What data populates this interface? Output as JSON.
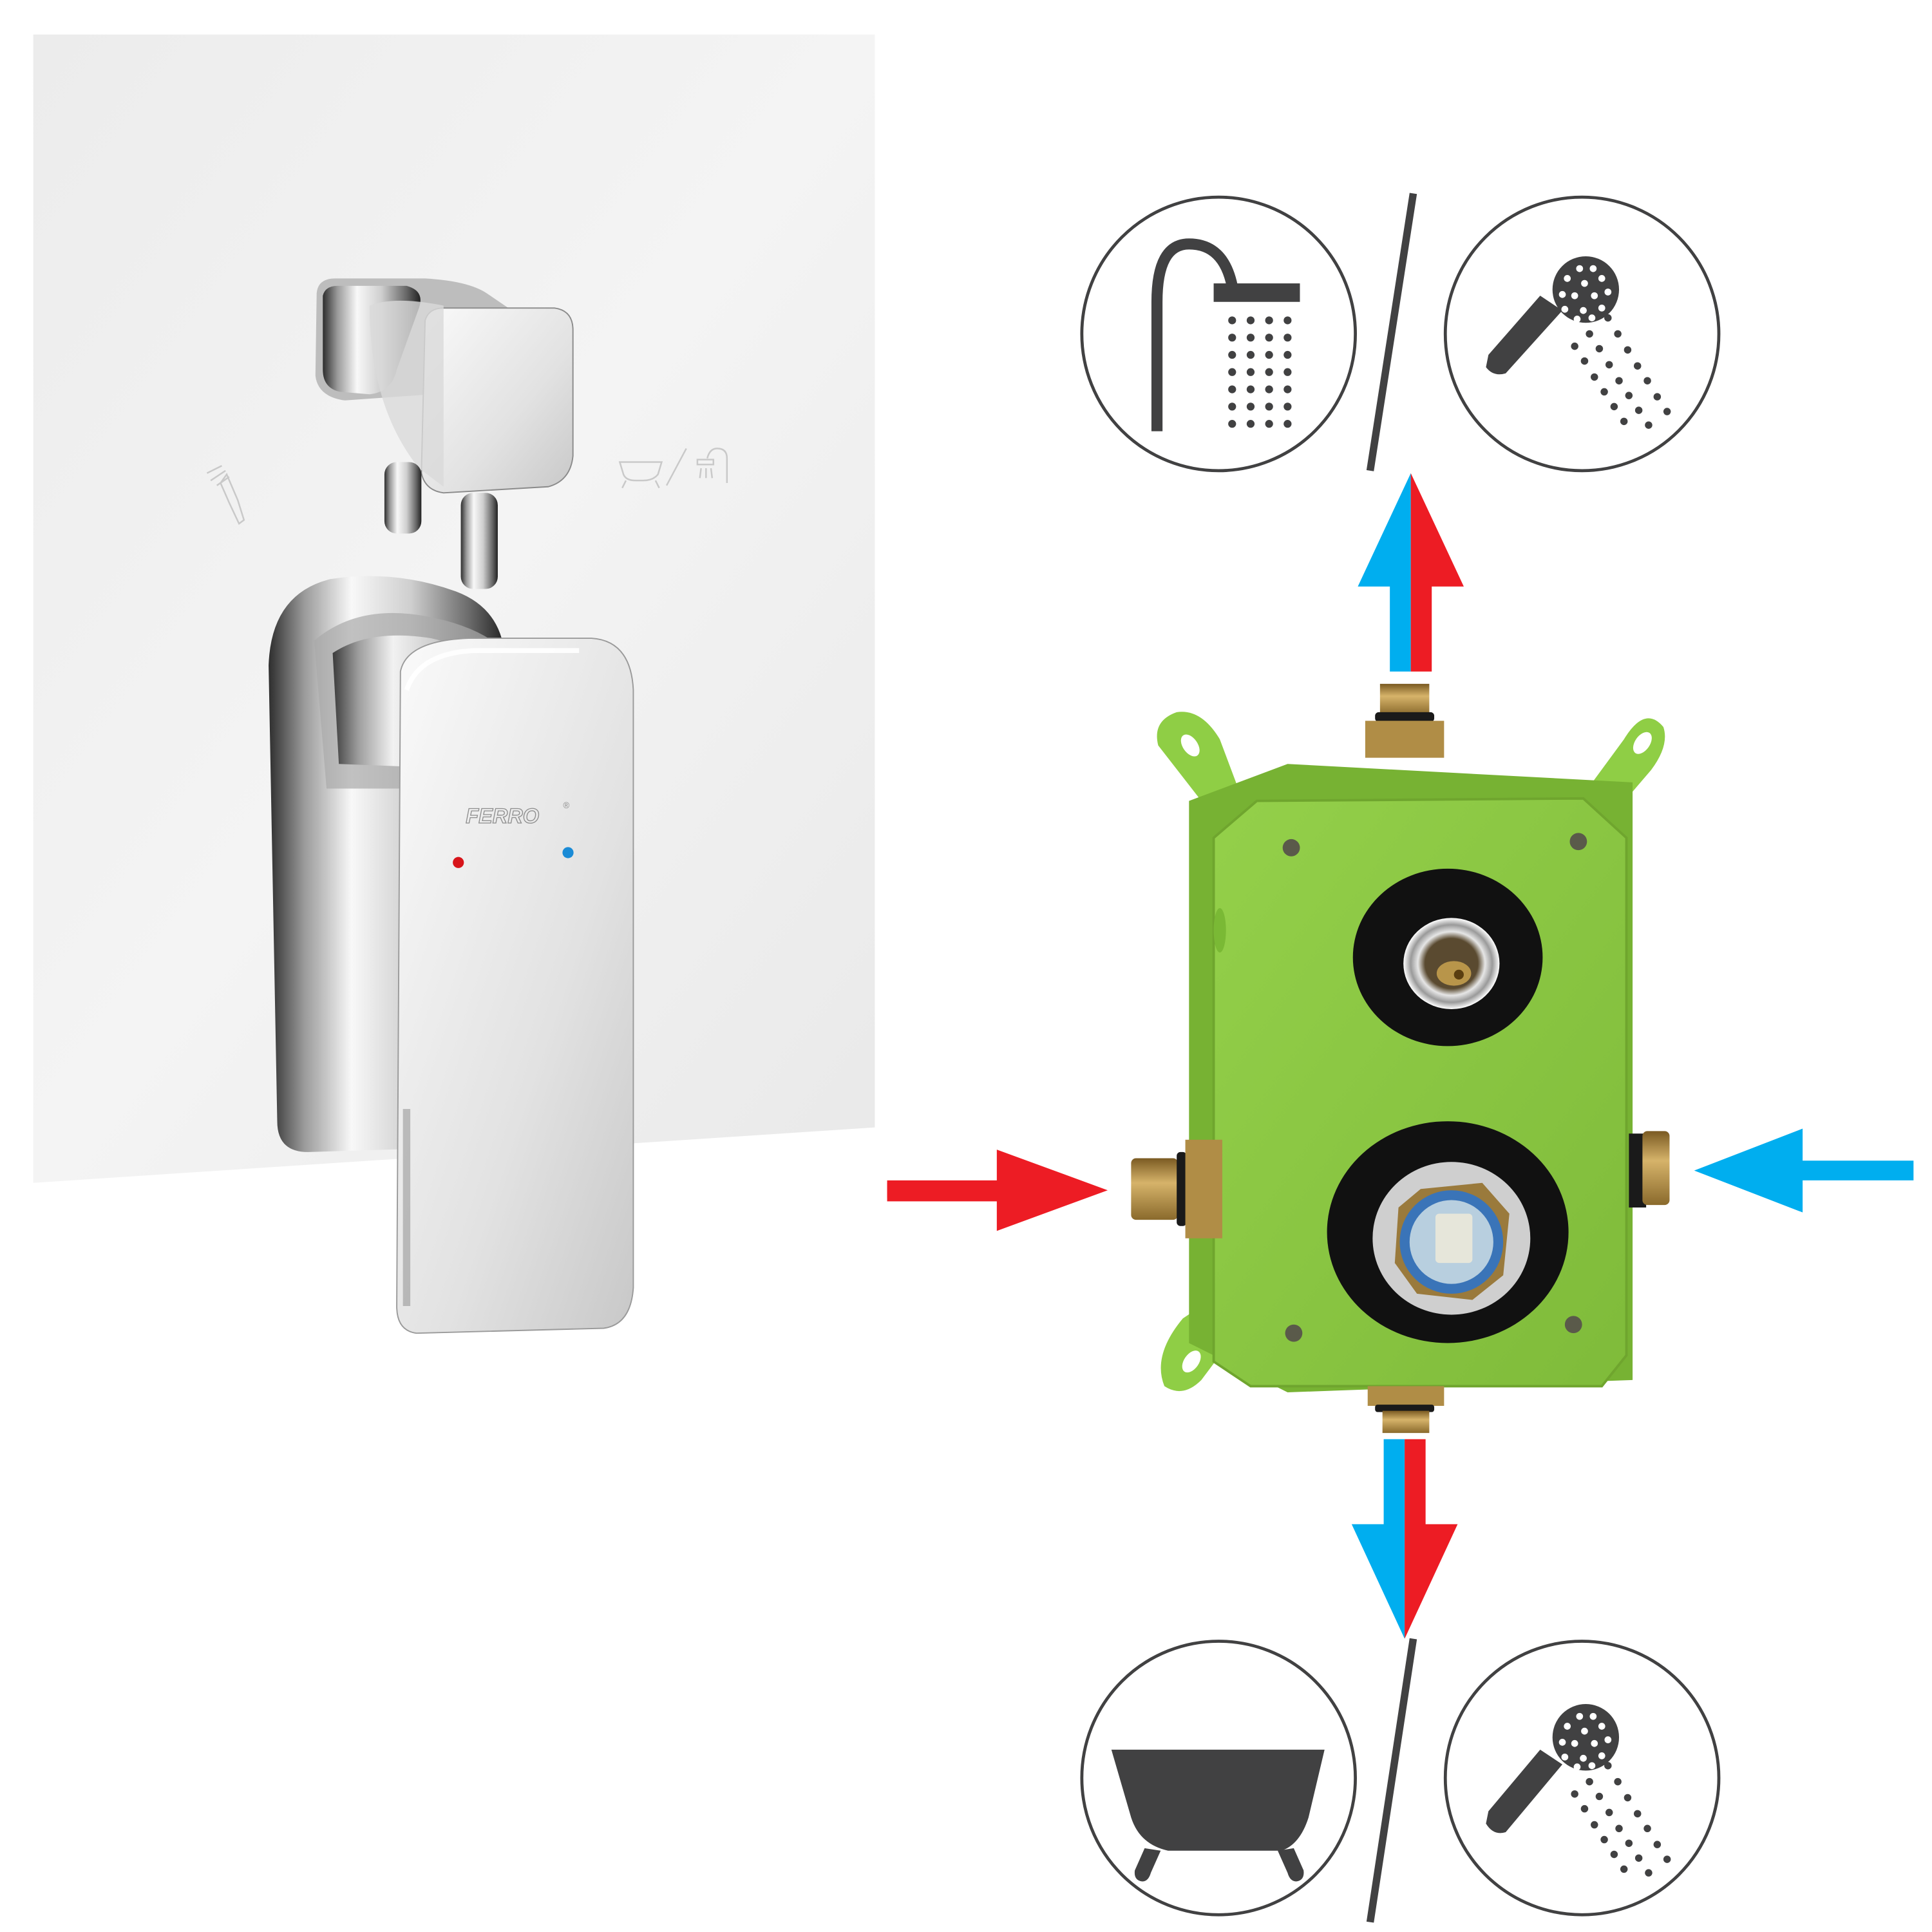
{
  "product": {
    "brand_logo": "FERRO",
    "brand_mark": "®",
    "cover_plate": {
      "engraved_left_icon": "hand-shower-icon",
      "engraved_right_icon": "bathtub-slash-overhead-shower-icon"
    },
    "handle_indicators": {
      "hot_dot_color": "#d7141a",
      "cold_dot_color": "#1a8bd6"
    }
  },
  "diagram": {
    "top_outputs": {
      "left_icon": "overhead-rain-shower-icon",
      "separator": "/",
      "right_icon": "hand-shower-icon"
    },
    "bottom_outputs": {
      "left_icon": "bathtub-icon",
      "separator": "/",
      "right_icon": "hand-shower-icon"
    },
    "arrows": {
      "hot_inlet_left": {
        "direction": "right",
        "color": "#ed1c24"
      },
      "cold_inlet_right": {
        "direction": "left",
        "color": "#00aeef"
      },
      "mixed_outlet_top": {
        "direction": "up",
        "colors": [
          "#00aeef",
          "#ed1c24"
        ]
      },
      "mixed_outlet_bottom": {
        "direction": "down",
        "colors": [
          "#00aeef",
          "#ed1c24"
        ]
      }
    },
    "mixing_body": {
      "housing_color": "#8dc63f",
      "gasket_color": "#111111",
      "fitting_color": "#b8954a"
    }
  },
  "colors": {
    "icon_gray": "#414142",
    "hot_red": "#ed1c24",
    "cold_blue": "#00aeef",
    "chrome_light": "#f2f2f2",
    "chrome_dark": "#3a3a3a"
  }
}
